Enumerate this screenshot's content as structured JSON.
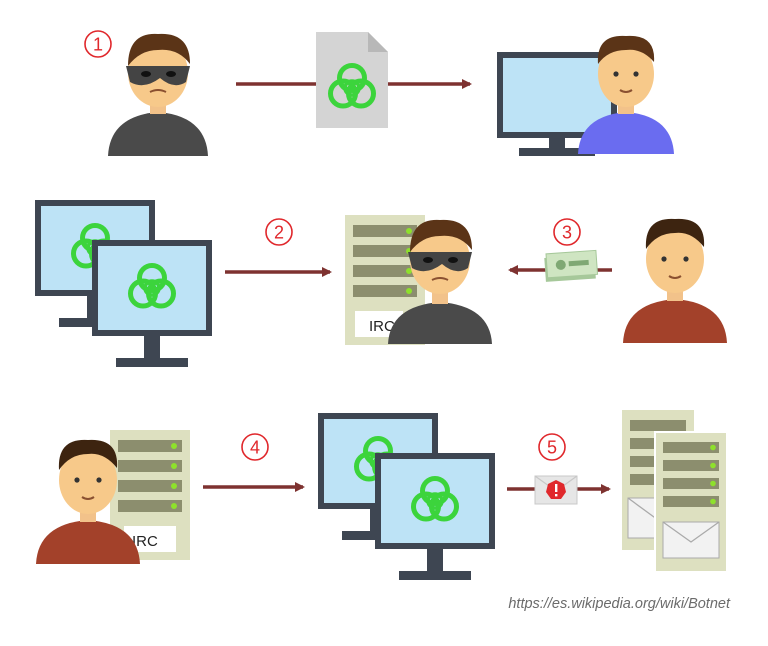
{
  "steps": [
    {
      "number": "1"
    },
    {
      "number": "2"
    },
    {
      "number": "3"
    },
    {
      "number": "4"
    },
    {
      "number": "5"
    }
  ],
  "server_label": "IRC",
  "credit": "https://es.wikipedia.org/wiki/Botnet",
  "icons": {
    "attacker": "masked-hacker-icon",
    "victim": "user-icon",
    "malware": "biohazard-document-icon",
    "infected_computer": "infected-monitor-icon",
    "server": "irc-server-icon",
    "payment": "money-icon",
    "alert_mail": "alert-envelope-icon",
    "mail_server": "mail-server-icon"
  },
  "colors": {
    "arrow": "#7e3230",
    "step_circle": "#e0282c",
    "biohazard": "#3cd43c",
    "screen": "#bde3f6",
    "monitor": "#3e4652",
    "server_body": "#dde0c0",
    "server_led": "#8ee12c",
    "skin": "#f7c98a",
    "hair": "#5b3417"
  }
}
